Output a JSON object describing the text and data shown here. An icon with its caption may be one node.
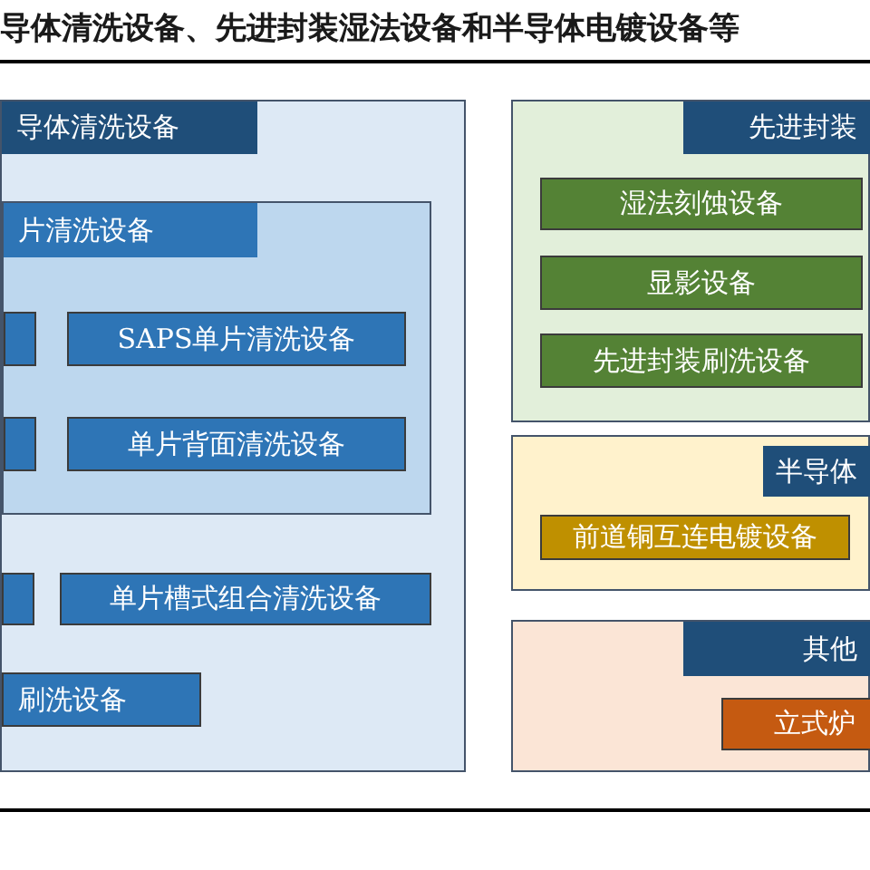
{
  "diagram": {
    "title": "导体清洗设备、先进封装湿法设备和半导体电镀设备等",
    "nodes": [
      {
        "text": [
          "导体清洗设备"
        ]
      },
      {
        "text": [
          "片清洗设备"
        ],
        "in": 0
      },
      {
        "text": [],
        "shape": "box",
        "in": 1
      },
      {
        "text": [
          "SAPS单片清洗设备"
        ],
        "in": 1
      },
      {
        "text": [],
        "shape": "box",
        "in": 1
      },
      {
        "text": [
          "单片背面清洗设备"
        ],
        "in": 1
      },
      {
        "text": [],
        "shape": "box",
        "in": 0
      },
      {
        "text": [
          "单片槽式组合清洗设备"
        ],
        "in": 0
      },
      {
        "text": [
          "刷洗设备"
        ],
        "in": 0
      },
      {
        "text": [
          "先进封装"
        ]
      },
      {
        "text": [
          "湿法刻蚀设备"
        ],
        "in": 9
      },
      {
        "text": [
          "显影设备"
        ],
        "in": 9
      },
      {
        "text": [
          "先进封装刷洗设备"
        ],
        "in": 9
      },
      {
        "text": [
          "半导体"
        ]
      },
      {
        "text": [
          "前道铜互连电镀设备"
        ],
        "in": 13
      },
      {
        "text": [
          "其他"
        ]
      },
      {
        "text": [
          "立式炉"
        ],
        "in": 15
      }
    ],
    "edges": []
  }
}
